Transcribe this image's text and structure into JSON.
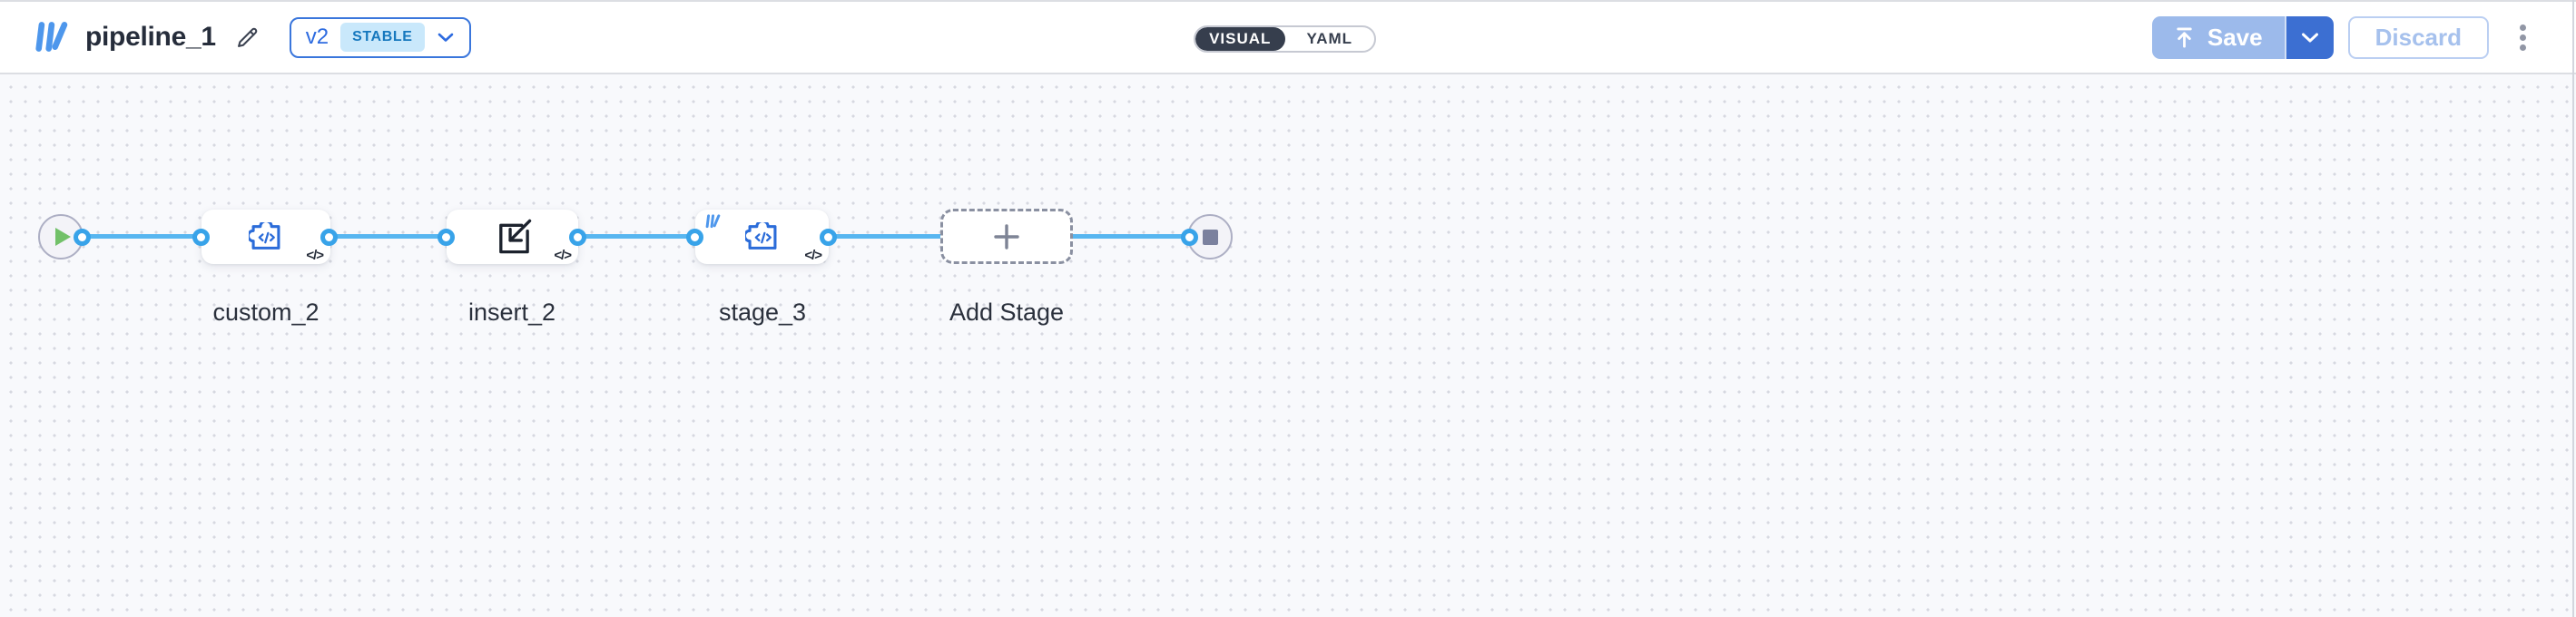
{
  "header": {
    "title": "pipeline_1",
    "version": {
      "label": "v2",
      "status": "STABLE"
    },
    "view_toggle": {
      "options": [
        "VISUAL",
        "YAML"
      ],
      "active": "VISUAL"
    },
    "actions": {
      "save": "Save",
      "discard": "Discard"
    }
  },
  "canvas": {
    "start_node": "start",
    "end_node": "end",
    "stages": [
      {
        "id": "custom_2",
        "label": "custom_2",
        "icon": "code-puzzle-icon",
        "badge": "</>"
      },
      {
        "id": "insert_2",
        "label": "insert_2",
        "icon": "insert-icon",
        "badge": "</>"
      },
      {
        "id": "stage_3",
        "label": "stage_3",
        "icon": "code-puzzle-icon",
        "badge": "</>",
        "library_badge": "library-icon"
      }
    ],
    "add_stage_label": "Add Stage"
  },
  "colors": {
    "accent_blue": "#3c6fd2",
    "edge_blue": "#58b6f0",
    "handle_blue": "#38a3e9",
    "logo_blue": "#4e97ec",
    "status_badge_bg": "#c9e8fb",
    "status_badge_text": "#1678be",
    "toggle_active_bg": "#363e4d",
    "node_icon_blue": "#2b6cd9",
    "play_green": "#72c169",
    "canvas_bg": "#f8f9fc"
  }
}
